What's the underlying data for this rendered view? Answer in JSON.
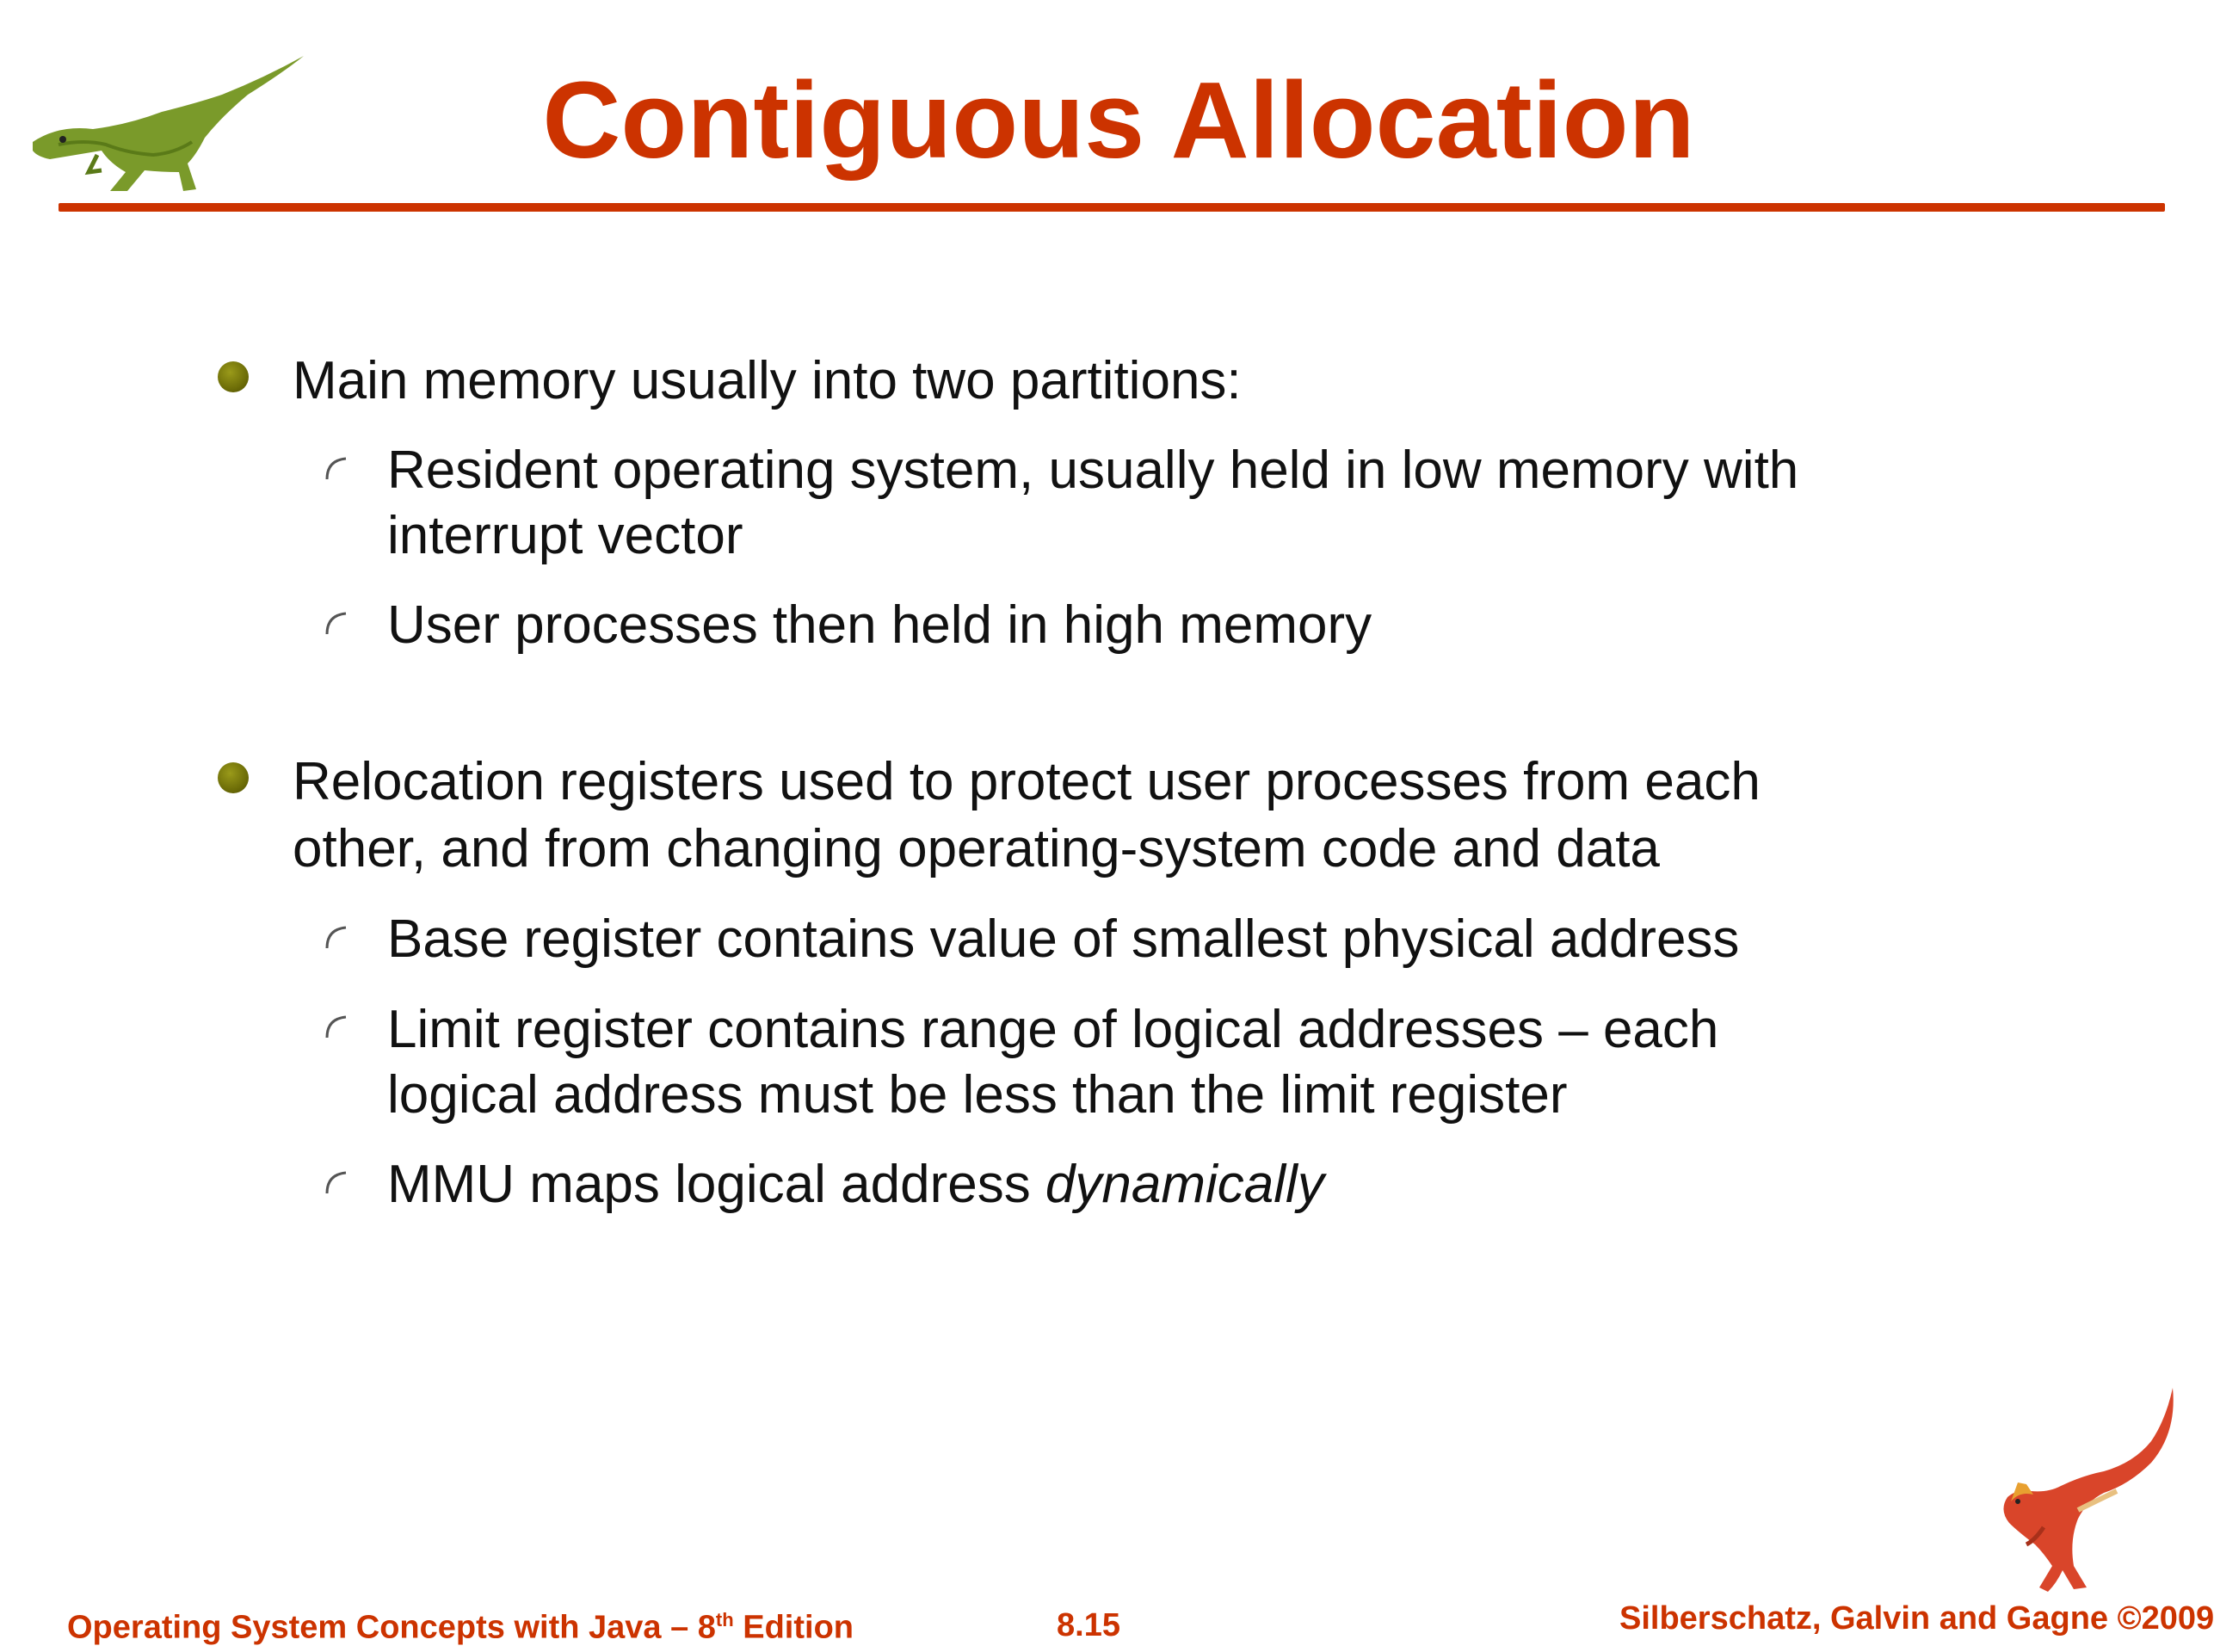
{
  "title": "Contiguous Allocation",
  "bullets": [
    {
      "text": "Main memory usually into two partitions:",
      "sub": [
        "Resident operating system, usually held in low memory with",
        "interrupt vector",
        "User processes then held in high memory"
      ]
    },
    {
      "line1": "Relocation registers used to protect user processes from each",
      "line2": "other, and from changing operating-system code and data",
      "sub": [
        "Base register contains value of smallest physical address",
        "Limit register contains range of logical addresses – each",
        "logical address must be less than the limit register",
        "MMU maps logical address ",
        "dynamically"
      ]
    }
  ],
  "footer": {
    "left_prefix": "Operating System Concepts  with Java – 8",
    "left_sup": "th",
    "left_suffix": " Edition",
    "page": "8.15",
    "right": "Silberschatz, Galvin and Gagne ©2009"
  },
  "colors": {
    "accent": "#cc3300",
    "bullet": "#6e6e08",
    "text": "#111111"
  }
}
